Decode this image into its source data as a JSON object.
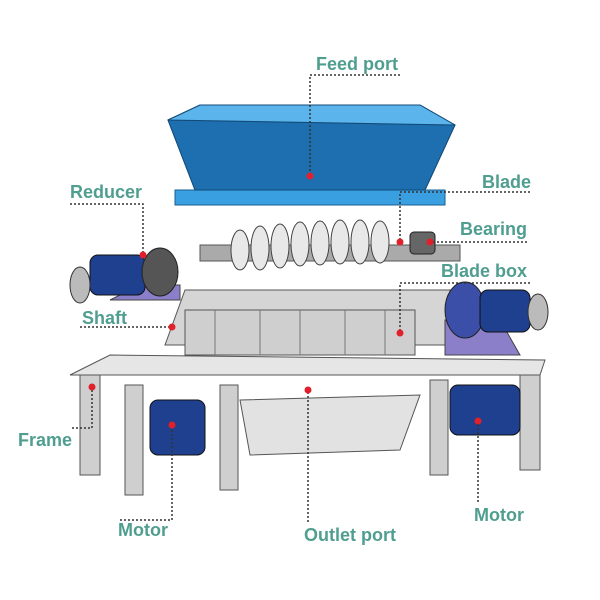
{
  "labels": {
    "feed_port": "Feed port",
    "blade": "Blade",
    "bearing": "Bearing",
    "blade_box": "Blade box",
    "reducer": "Reducer",
    "shaft": "Shaft",
    "frame": "Frame",
    "motor_left": "Motor",
    "outlet_port": "Outlet port",
    "motor_right": "Motor"
  },
  "colors": {
    "label": "#4f9e90",
    "marker": "#e0202a",
    "hopper": "#2f8fd0",
    "motor": "#1f3f8f",
    "steel": "#c8c8c8"
  }
}
